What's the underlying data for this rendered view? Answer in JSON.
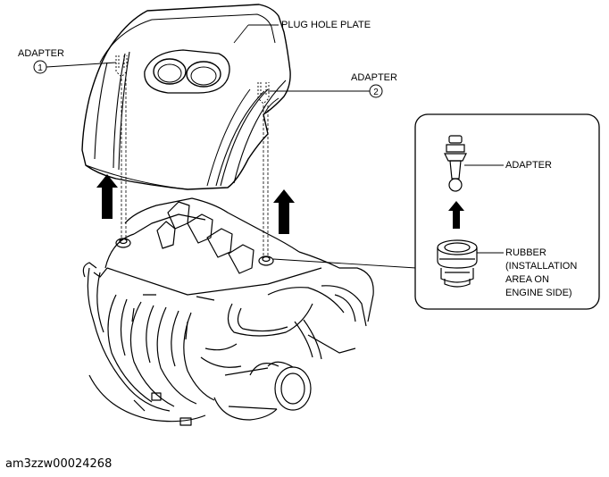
{
  "diagram": {
    "labels": {
      "plug_hole_plate": "PLUG HOLE PLATE",
      "adapter_1": "ADAPTER",
      "adapter_2": "ADAPTER",
      "callout_1": "1",
      "callout_2": "2",
      "detail_adapter": "ADAPTER",
      "rubber_line1": "RUBBER",
      "rubber_line2": "(INSTALLATION",
      "rubber_line3": "AREA ON",
      "rubber_line4": "ENGINE SIDE)"
    },
    "figure_id": "am3zzw00024268"
  }
}
